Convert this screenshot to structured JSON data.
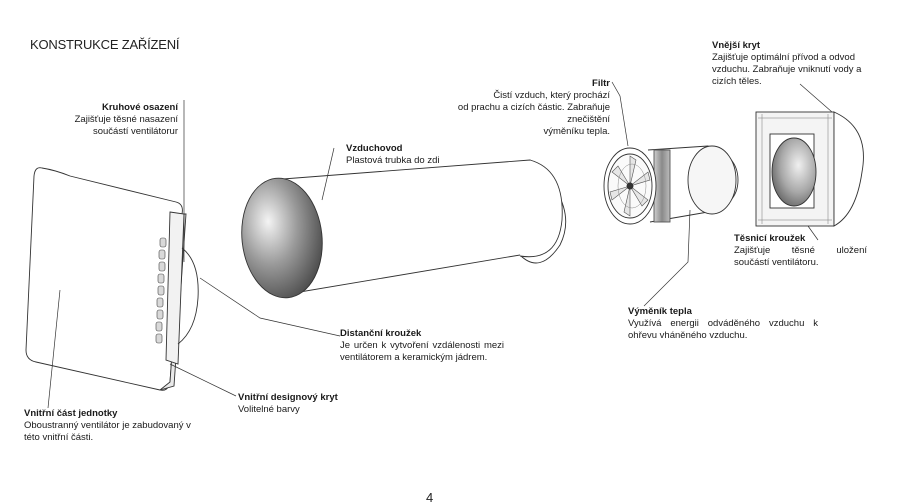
{
  "title": "KONSTRUKCE ZAŘÍZENÍ",
  "page_number": "4",
  "labels": {
    "kruhove": {
      "heading": "Kruhové osazení",
      "body": "Zajišťuje těsné nasazení\nsoučástí ventilátorur"
    },
    "vzduchovod": {
      "heading": "Vzduchovod",
      "body": "Plastová trubka do zdi"
    },
    "filtr": {
      "heading": "Filtr",
      "body": "Čistí vzduch, který prochází\nod prachu a cizích částic. Zabraňuje\nznečištění\nvýměníku tepla."
    },
    "vnejsi": {
      "heading": "Vnější kryt",
      "body": "Zajišťuje optimální přívod a odvod\nvzduchu. Zabraňuje vniknutí vody a\ncizích těles."
    },
    "tesnici": {
      "heading": "Těsnicí kroužek",
      "body": "Zajišťuje těsné uložení součástí ventilátoru."
    },
    "vymenik": {
      "heading": "Výměník tepla",
      "body": "Využívá energii odváděného vzduchu k ohřevu vháněného vzduchu."
    },
    "distancni": {
      "heading": "Distanční kroužek",
      "body": "Je určen k vytvoření vzdálenosti mezi ventilátorem a keramickým jádrem."
    },
    "designovy": {
      "heading": "Vnitřní designový kryt",
      "body": "Volitelné barvy"
    },
    "vnitrni": {
      "heading": "Vnitřní část jednotky",
      "body": "Oboustranný ventilátor je zabudovaný v\ntéto vnitřní části."
    }
  }
}
